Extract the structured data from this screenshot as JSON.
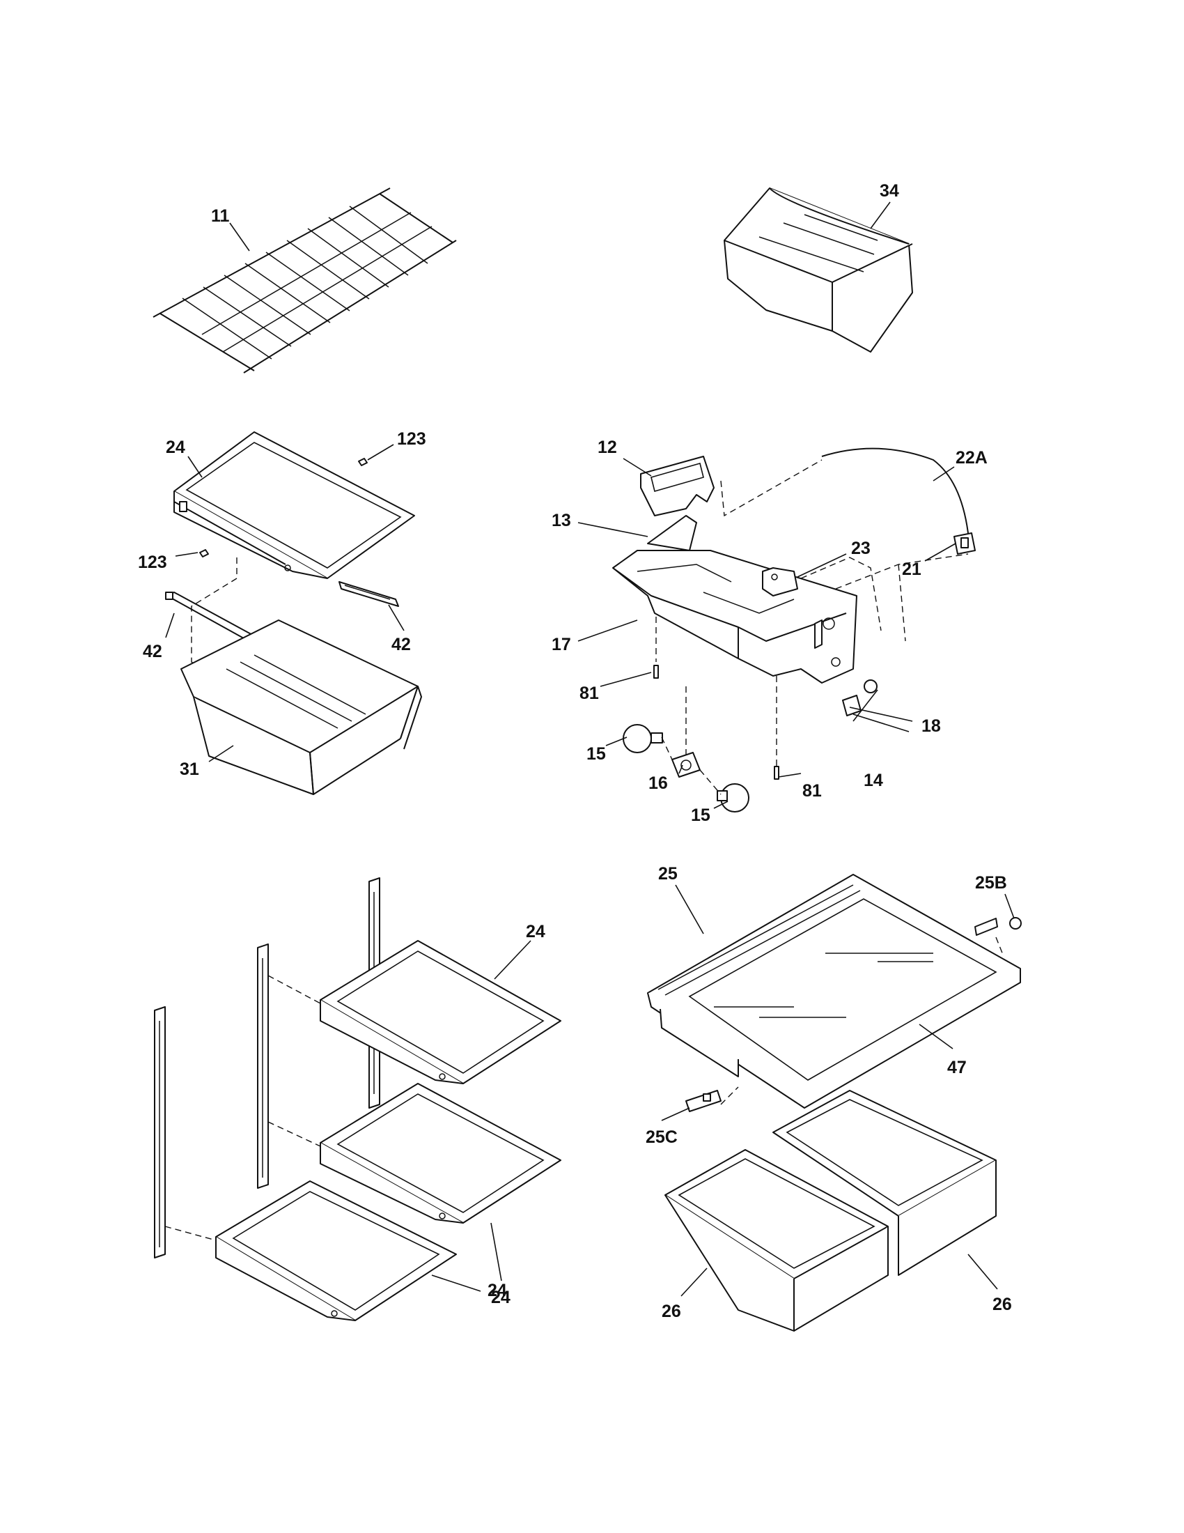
{
  "callouts": {
    "shelf_wire": "11",
    "bin_upper": "34",
    "shelf_glass_upper": "24",
    "screw_upper": "123",
    "screw_lower": "123",
    "rail_right": "42",
    "rail_left": "42",
    "pan": "31",
    "light_shield": "12",
    "light_lens": "13",
    "control_housing": "17",
    "wire_harness": "22A",
    "thermostat": "23",
    "switch_21": "21",
    "screw_81_left": "81",
    "screw_81_right": "81",
    "bulb_left": "15",
    "bulb_right": "15",
    "socket": "16",
    "knob": "18",
    "switch_14": "14",
    "shelf_mid_top": "24",
    "shelf_mid_bottom": "24",
    "shelf_low": "24",
    "crisper_cover": "25",
    "cover_bracket_right": "25B",
    "cover_glass": "47",
    "cover_bracket_left": "25C",
    "crisper_left": "26",
    "crisper_right": "26"
  }
}
